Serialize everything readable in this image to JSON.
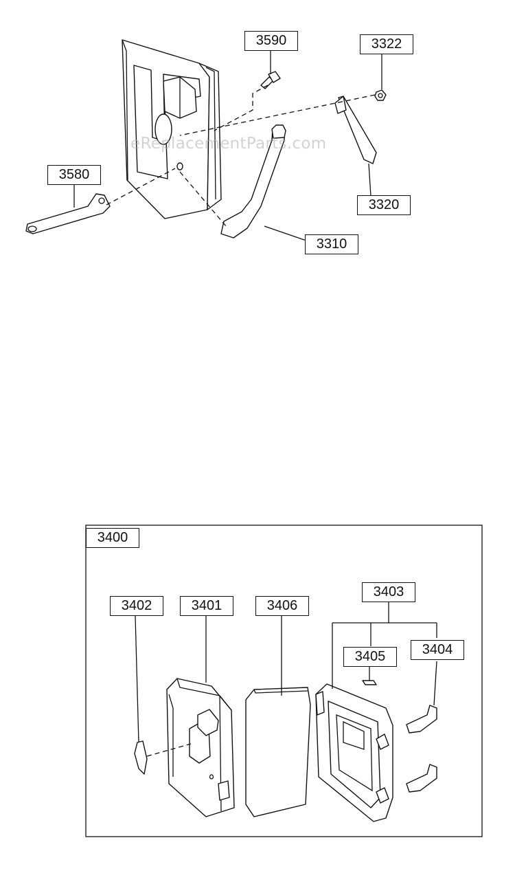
{
  "watermark": "eReplacementParts.com",
  "parts": {
    "p3590": "3590",
    "p3322": "3322",
    "p3580": "3580",
    "p3320": "3320",
    "p3310": "3310",
    "p3400": "3400",
    "p3402": "3402",
    "p3401": "3401",
    "p3406": "3406",
    "p3403": "3403",
    "p3405": "3405",
    "p3404": "3404"
  }
}
